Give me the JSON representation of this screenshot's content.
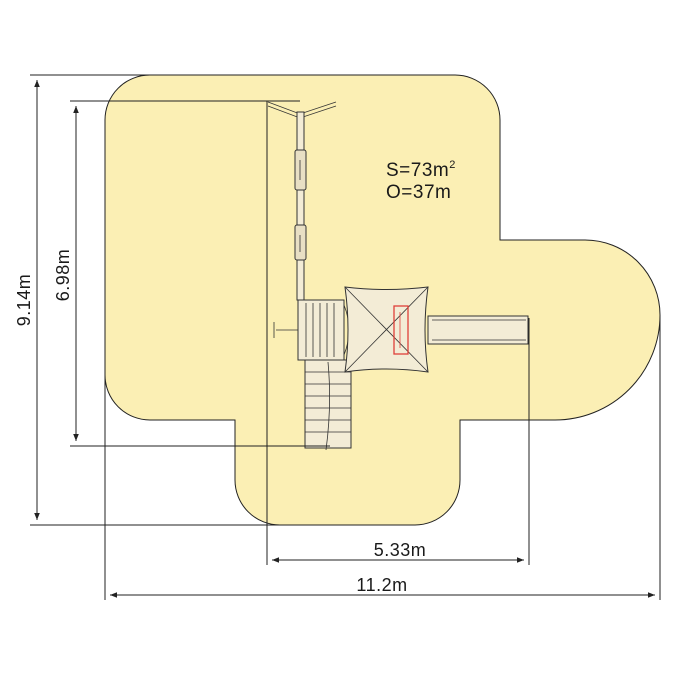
{
  "diagram": {
    "colors": {
      "safety_zone_fill": "#fbefb4",
      "outline": "#222222",
      "ladder_highlight": "#e0413a"
    },
    "info": {
      "area_prefix": "S=73m",
      "area_superscript": "2",
      "perimeter": "O=37m"
    },
    "dimensions": {
      "total_height": "9.14m",
      "structure_height": "6.98m",
      "structure_width": "5.33m",
      "total_width": "11.2m"
    }
  }
}
